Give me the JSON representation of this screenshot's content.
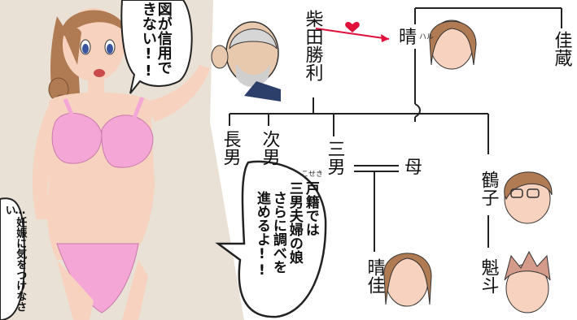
{
  "speech": {
    "top_right_bubble": "図が信用できない!!",
    "bottom_left_bubble": "…妊娠に気をつけなさい",
    "center_bubble_lines": [
      "戸籍では",
      "三男夫婦の娘",
      "さらに調べを",
      "進めるよ!!"
    ],
    "furigana_koseki": "こせき"
  },
  "family_tree": {
    "shibata_shouri": "柴田勝利",
    "haru": "晴",
    "haru_ruby": "ハル",
    "yoshizou": "佳蔵",
    "chounan": "長男",
    "jinan": "次男",
    "sannan": "三男",
    "haha": "母",
    "tsuruko": "鶴子",
    "haruka": "晴佳",
    "kaito": "魁斗"
  },
  "colors": {
    "heart": "#e0103a",
    "arrow": "#e0103a",
    "line": "#222222",
    "bikini": "#f4a7d6",
    "skin": "#f6d2bf",
    "hair": "#b07a52"
  }
}
